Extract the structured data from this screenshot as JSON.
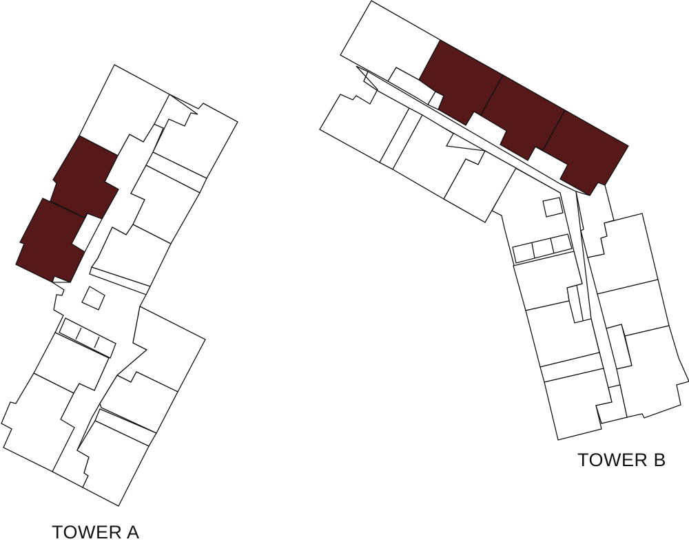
{
  "towers": [
    {
      "label": "TOWER A",
      "highlighted_units": 2
    },
    {
      "label": "TOWER B",
      "highlighted_units": 3
    }
  ],
  "colors": {
    "highlight": "#561818",
    "outline": "#111111",
    "background": "#ffffff"
  }
}
